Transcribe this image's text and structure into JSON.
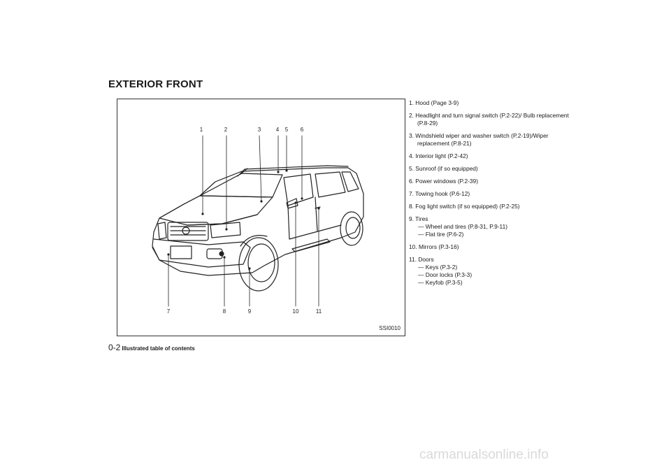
{
  "section_title": "EXTERIOR FRONT",
  "figure": {
    "code": "SSI0010",
    "callout_numbers": [
      "1",
      "2",
      "3",
      "4",
      "5",
      "6",
      "7",
      "8",
      "9",
      "10",
      "11"
    ]
  },
  "items": [
    {
      "text": "1. Hood (Page 3-9)",
      "subitems": []
    },
    {
      "text": "2. Headlight and turn signal switch (P.2-22)/ Bulb replacement (P.8-29)",
      "subitems": []
    },
    {
      "text": "3. Windshield wiper and washer switch (P.2-19)/Wiper replacement (P.8-21)",
      "subitems": []
    },
    {
      "text": "4. Interior light (P.2-42)",
      "subitems": []
    },
    {
      "text": "5. Sunroof (if so equipped)",
      "subitems": []
    },
    {
      "text": "6. Power windows (P.2-39)",
      "subitems": []
    },
    {
      "text": "7. Towing hook (P.6-12)",
      "subitems": []
    },
    {
      "text": "8. Fog light switch (if so equipped) (P.2-25)",
      "subitems": []
    },
    {
      "text": "9. Tires",
      "subitems": [
        "— Wheel and tires (P.8-31, P.9-11)",
        "— Flat tire (P.6-2)"
      ]
    },
    {
      "text": "10. Mirrors (P.3-16)",
      "subitems": []
    },
    {
      "text": "11. Doors",
      "subitems": [
        "— Keys (P.3-2)",
        "— Door locks (P.3-3)",
        "— Keyfob (P.3-5)"
      ]
    }
  ],
  "footer": {
    "page_number": "0-2",
    "title": "Illustrated table of contents"
  },
  "watermark": "carmanualsonline.info"
}
